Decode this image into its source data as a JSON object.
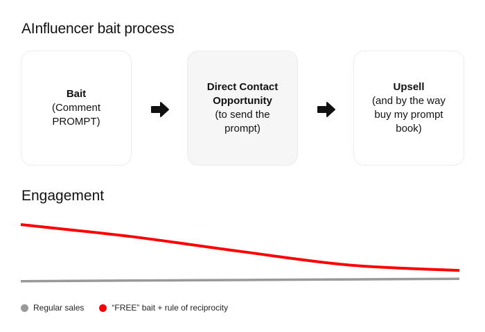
{
  "title": "AInfluencer bait process",
  "steps": [
    {
      "heading": "Bait",
      "desc": "(Comment PROMPT)"
    },
    {
      "heading": "Direct Contact Opportunity",
      "desc": "(to send the prompt)"
    },
    {
      "heading": "Upsell",
      "desc": "(and by the way buy my prompt book)"
    }
  ],
  "chart_title": "Engagement",
  "chart_data": {
    "type": "line",
    "title": "Engagement",
    "xlabel": "",
    "ylabel": "",
    "grid": false,
    "legend_position": "bottom-left",
    "x": [
      0,
      0.25,
      0.5,
      0.75,
      1
    ],
    "series": [
      {
        "name": "Regular sales",
        "color": "#999999",
        "values": [
          0.05,
          0.06,
          0.07,
          0.08,
          0.09
        ]
      },
      {
        "name": "“FREE” bait + rule of reciprocity",
        "color": "#ff0000",
        "values": [
          1.0,
          0.8,
          0.55,
          0.32,
          0.23
        ]
      }
    ]
  },
  "legend": [
    {
      "label": "Regular sales",
      "color": "#999999"
    },
    {
      "label": "“FREE” bait + rule of reciprocity",
      "color": "#ff0000"
    }
  ]
}
